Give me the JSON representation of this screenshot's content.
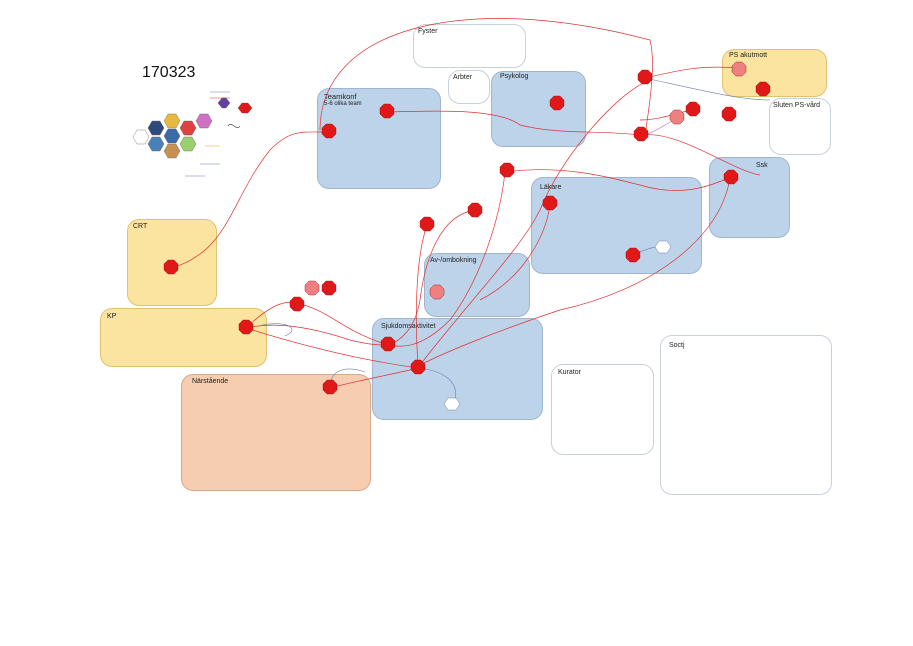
{
  "date_title": "170323",
  "areas": {
    "fyster": "Fyster",
    "arbter": "Arbter",
    "psykolog": "Psykolog",
    "ps_akutmott": "PS akutmott",
    "sluten_ps_vard": "Sluten PS-vård",
    "teamkonf": "Teamkonf",
    "teamkonf_sub": "5-6 olika team",
    "ssk": "Ssk",
    "lakare": "Läkare",
    "crt": "CRT",
    "av_ombokning": "Av-/ombokning",
    "kp": "KP",
    "sjukdomsaktivitet": "Sjukdomsaktivitet",
    "narstaende": "Närstående",
    "kurator": "Kurator",
    "socti": "Soctj"
  },
  "colors": {
    "flow_line": "#e03030",
    "hex_red": "#e01818",
    "hex_pink": "#f08080",
    "blue_area": "#bcd3ea",
    "yellow_area": "#fbe3a0",
    "orange_area": "#f6cdb0"
  }
}
